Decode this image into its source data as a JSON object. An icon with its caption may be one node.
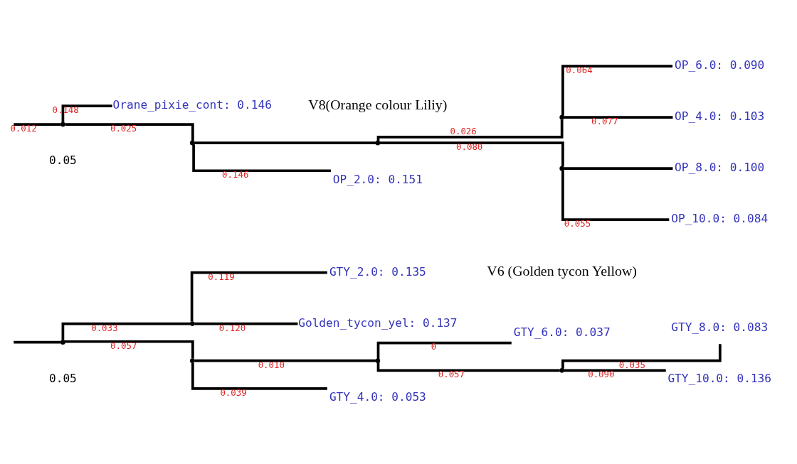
{
  "diagram": {
    "nodes": [
      {
        "text": [],
        "shape": "point"
      },
      {
        "text": [],
        "shape": "point"
      },
      {
        "text": [
          "GTY_4.0: 0.053"
        ]
      },
      {
        "text": [],
        "shape": "point"
      },
      {
        "text": [],
        "shape": "point"
      },
      {
        "text": [
          "GTY_10.0: 0.136"
        ]
      },
      {
        "text": [
          "GTY_8.0: 0.083"
        ]
      },
      {
        "text": [
          "GTY_6.0: 0.037"
        ]
      },
      {
        "text": [],
        "shape": "point"
      },
      {
        "text": [
          "Golden_tycon_yel: 0.137"
        ]
      },
      {
        "text": [
          "GTY_2.0: 0.135"
        ]
      },
      {
        "text": [],
        "shape": "point"
      },
      {
        "text": [],
        "shape": "point"
      },
      {
        "text": [
          "OP_2.0: 0.151"
        ]
      },
      {
        "text": [],
        "shape": "point"
      },
      {
        "text": [],
        "shape": "point"
      },
      {
        "text": [
          "OP_10.0: 0.084"
        ]
      },
      {
        "text": [
          "OP_8.0: 0.100"
        ]
      },
      {
        "text": [],
        "shape": "point"
      },
      {
        "text": [
          "OP_4.0: 0.103"
        ]
      },
      {
        "text": [
          "OP_6.0: 0.090"
        ]
      },
      {
        "text": [
          "Orane_pixie_cont: 0.146"
        ]
      }
    ],
    "edges": [
      {
        "from": null,
        "to": 0,
        "arrow": "none"
      },
      {
        "from": 0,
        "to": 1,
        "arrow": "none",
        "label": "0.057"
      },
      {
        "from": 1,
        "to": 2,
        "arrow": "none",
        "label": "0.039"
      },
      {
        "from": 1,
        "to": 3,
        "arrow": "none",
        "label": "0.010"
      },
      {
        "from": 3,
        "to": 4,
        "arrow": "none",
        "label": "0.057"
      },
      {
        "from": 4,
        "to": 5,
        "arrow": "none",
        "label": "0.090"
      },
      {
        "from": 4,
        "to": 6,
        "arrow": "none",
        "label": "0.035"
      },
      {
        "from": 3,
        "to": 7,
        "arrow": "none",
        "label": "0"
      },
      {
        "from": 0,
        "to": 8,
        "arrow": "none",
        "label": "0.033"
      },
      {
        "from": 8,
        "to": 9,
        "arrow": "none",
        "label": "0.120"
      },
      {
        "from": 8,
        "to": 10,
        "arrow": "none",
        "label": "0.119"
      },
      {
        "from": null,
        "to": 11,
        "arrow": "none",
        "label": "0.012"
      },
      {
        "from": 11,
        "to": 12,
        "arrow": "none",
        "label": "0.025"
      },
      {
        "from": 12,
        "to": 13,
        "arrow": "none",
        "label": "0.146"
      },
      {
        "from": 12,
        "to": 14,
        "arrow": "none"
      },
      {
        "from": 14,
        "to": 15,
        "arrow": "none",
        "label": "0.080"
      },
      {
        "from": 15,
        "to": 16,
        "arrow": "none",
        "label": "0.055"
      },
      {
        "from": 15,
        "to": 17,
        "arrow": "none"
      },
      {
        "from": 14,
        "to": 18,
        "arrow": "none",
        "label": "0.026"
      },
      {
        "from": 18,
        "to": 19,
        "arrow": "none",
        "label": "0.077"
      },
      {
        "from": 18,
        "to": 20,
        "arrow": "none",
        "label": "0.064"
      },
      {
        "from": 11,
        "to": 21,
        "arrow": "none",
        "label": "0.148"
      }
    ],
    "labels": [
      "0.05",
      "0.05",
      "V6 (Golden tycon Yellow)",
      "V8(Orange colour Liliy)"
    ]
  }
}
